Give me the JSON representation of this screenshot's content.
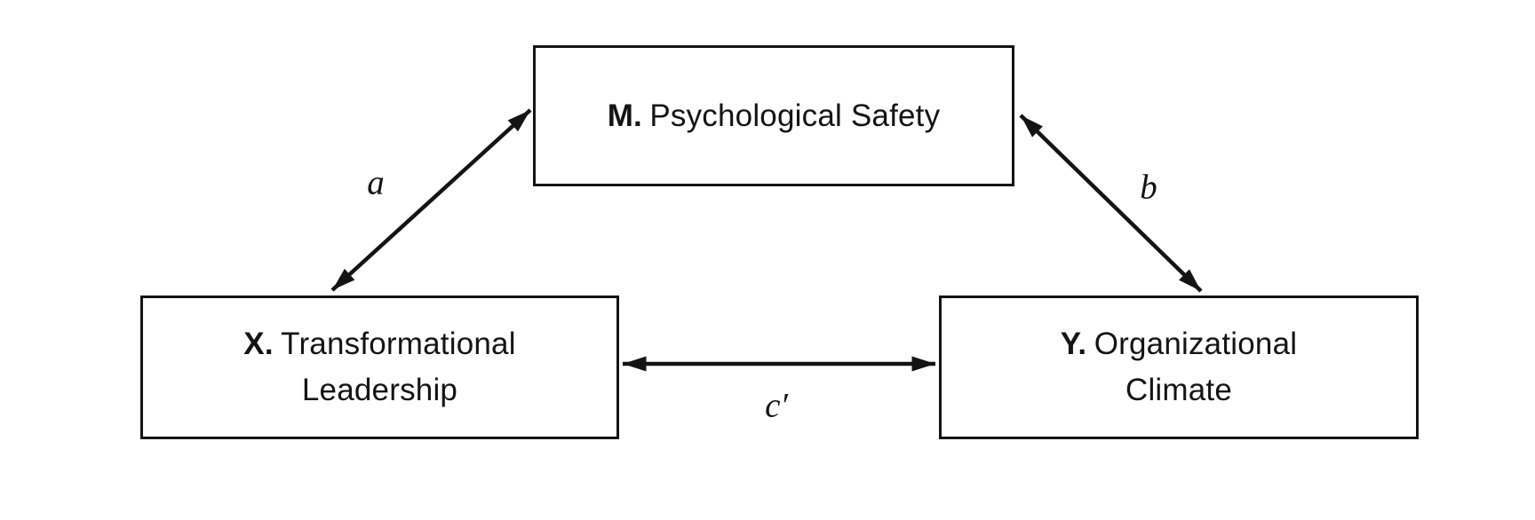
{
  "figure": {
    "kind": "mediation-model-diagram",
    "background": "#ffffff",
    "ink_color": "#141414"
  },
  "nodes": {
    "m": {
      "prefix": "M.",
      "line1": "Psychological Safety",
      "role": "mediator"
    },
    "x": {
      "prefix": "X.",
      "line1": "Transformational",
      "line2": "Leadership",
      "role": "independent-variable"
    },
    "y": {
      "prefix": "Y.",
      "line1": "Organizational",
      "line2": "Climate",
      "role": "dependent-variable"
    }
  },
  "paths": {
    "a": {
      "label": "a",
      "from": "X",
      "to": "M",
      "arrowheads": "both-ends"
    },
    "b": {
      "label": "b",
      "from": "M",
      "to": "Y",
      "arrowheads": "both-ends"
    },
    "c_prime": {
      "label": "c′",
      "from": "X",
      "to": "Y",
      "arrowheads": "both-ends"
    }
  }
}
